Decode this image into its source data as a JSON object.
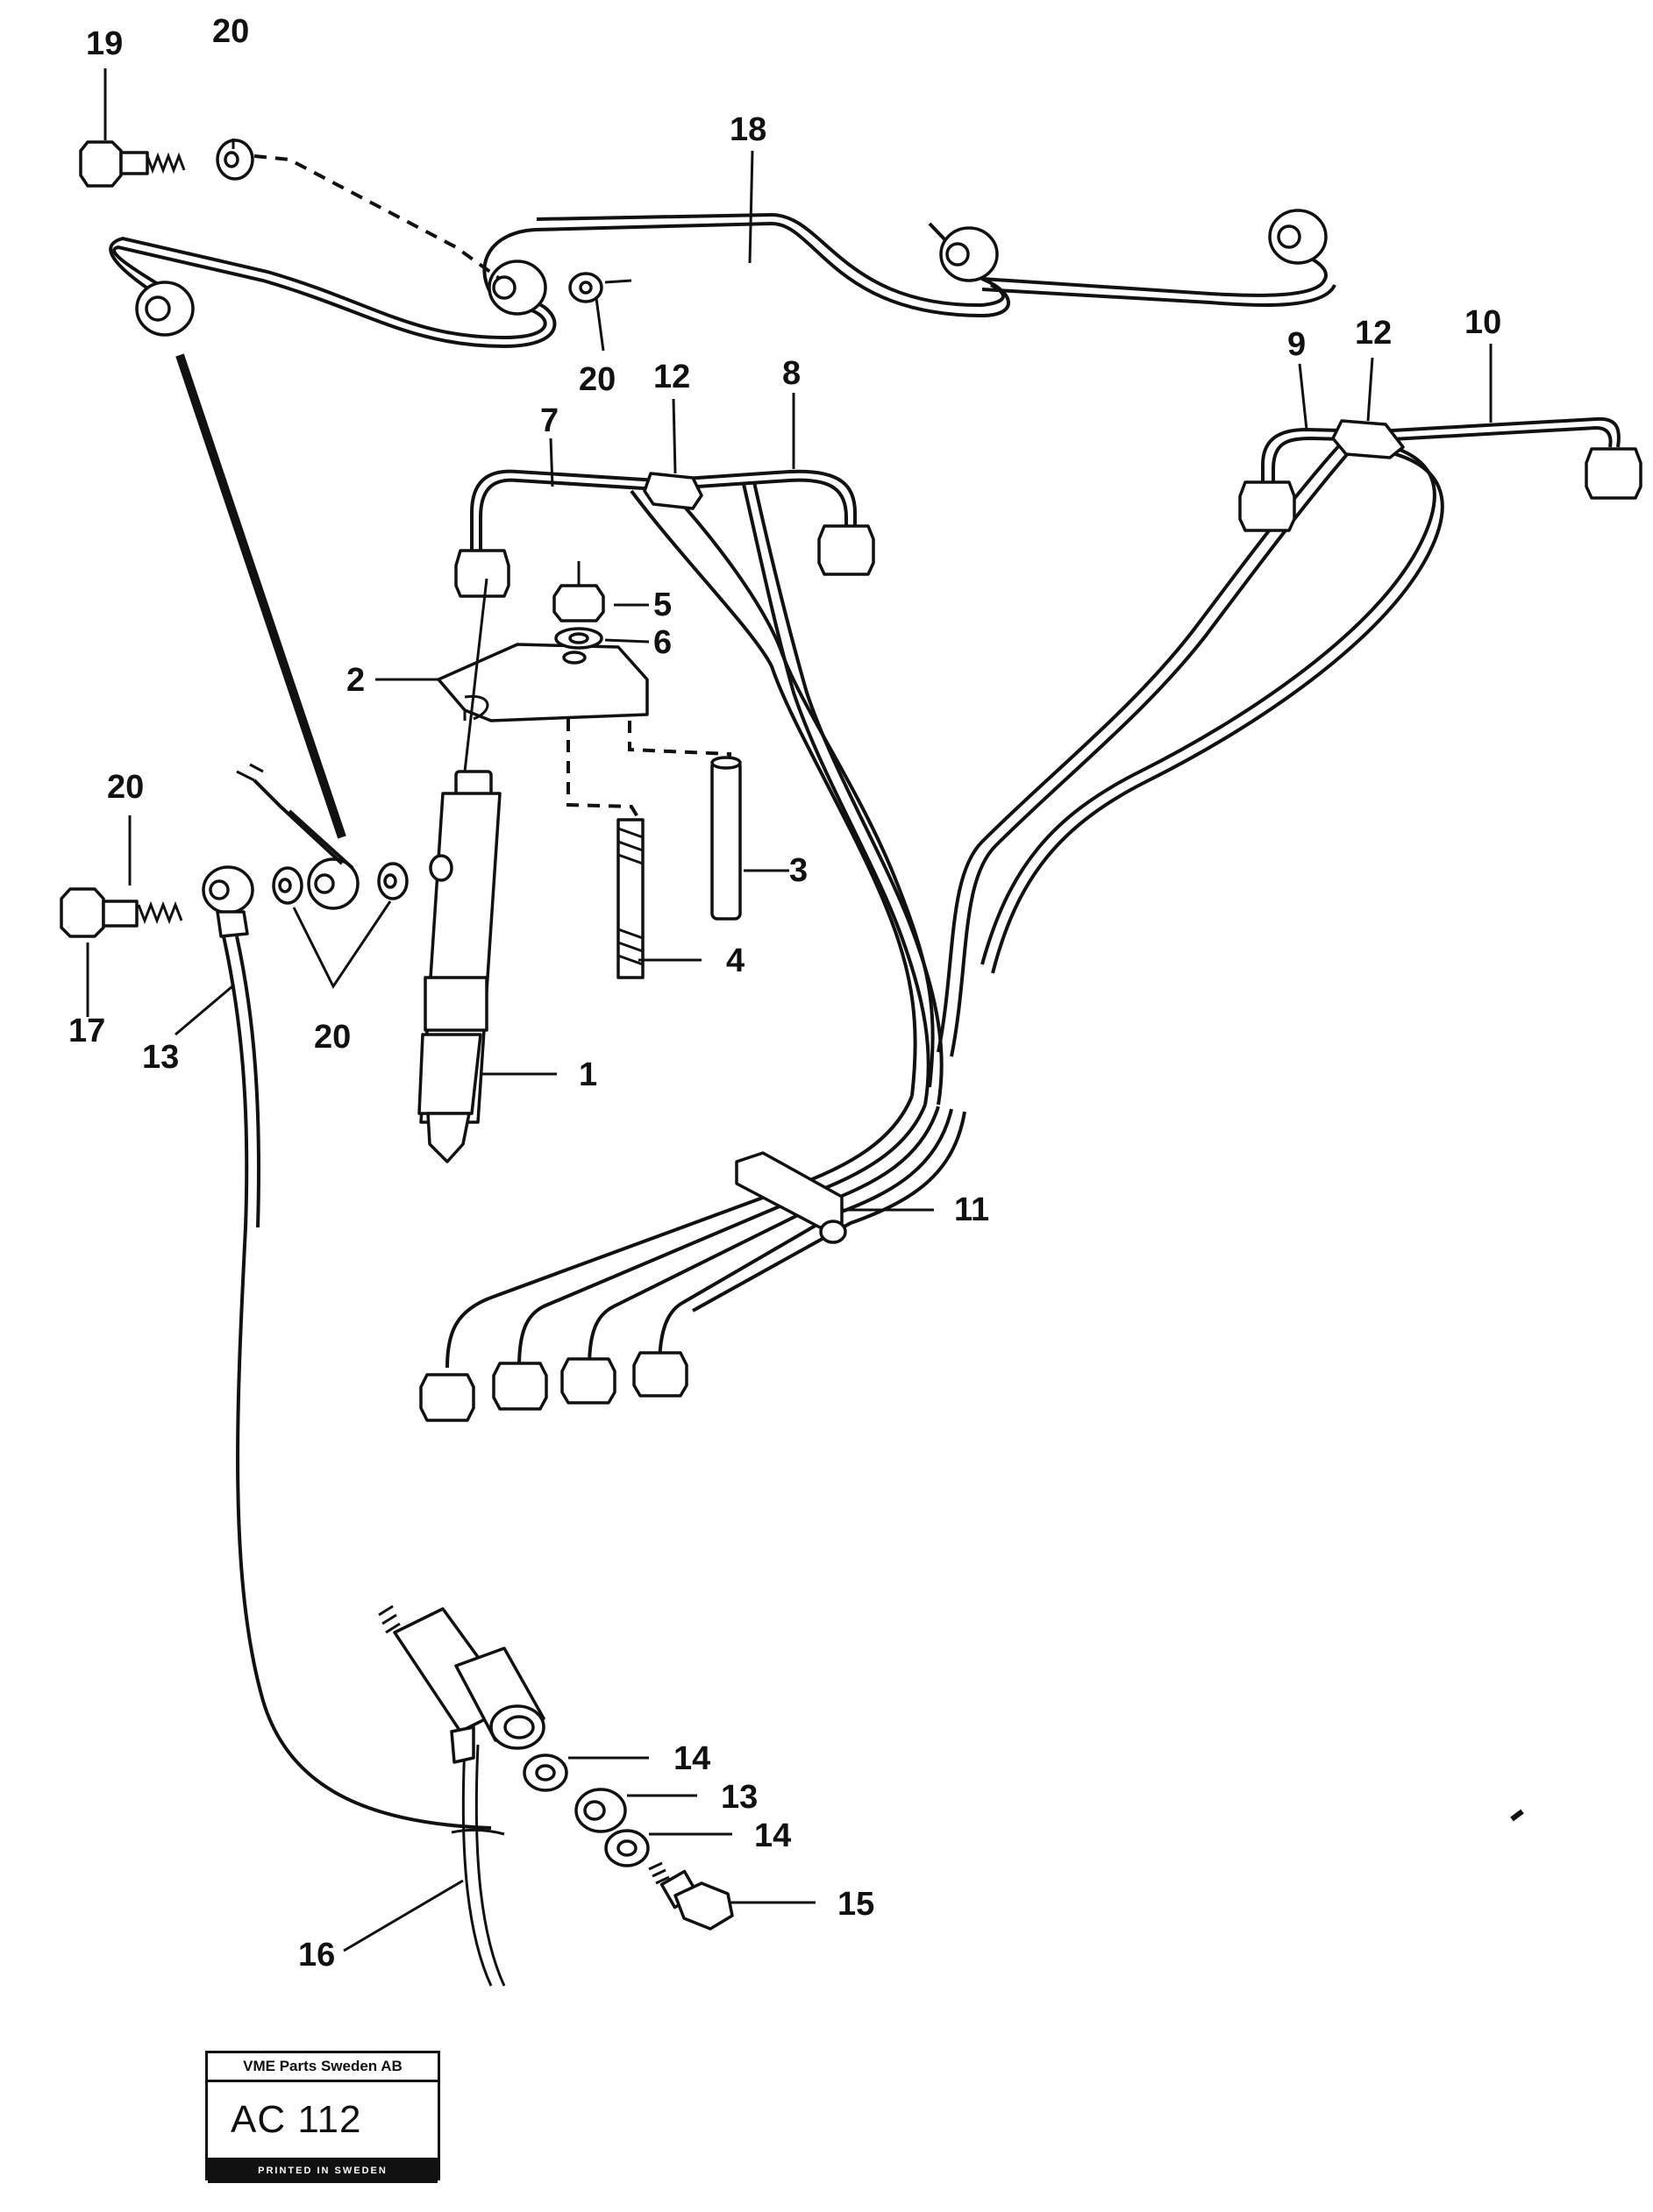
{
  "callouts": {
    "c1": "1",
    "c2": "2",
    "c3": "3",
    "c4": "4",
    "c5": "5",
    "c6": "6",
    "c7": "7",
    "c8": "8",
    "c9": "9",
    "c10": "10",
    "c11": "11",
    "c12a": "12",
    "c12b": "12",
    "c13a": "13",
    "c13b": "13",
    "c14a": "14",
    "c14b": "14",
    "c15": "15",
    "c16": "16",
    "c17": "17",
    "c18": "18",
    "c19": "19",
    "c20a": "20",
    "c20b": "20",
    "c20c": "20",
    "c20d": "20"
  },
  "stamp": {
    "company": "VME Parts Sweden AB",
    "code": "AC 112",
    "printed": "PRINTED IN SWEDEN"
  }
}
